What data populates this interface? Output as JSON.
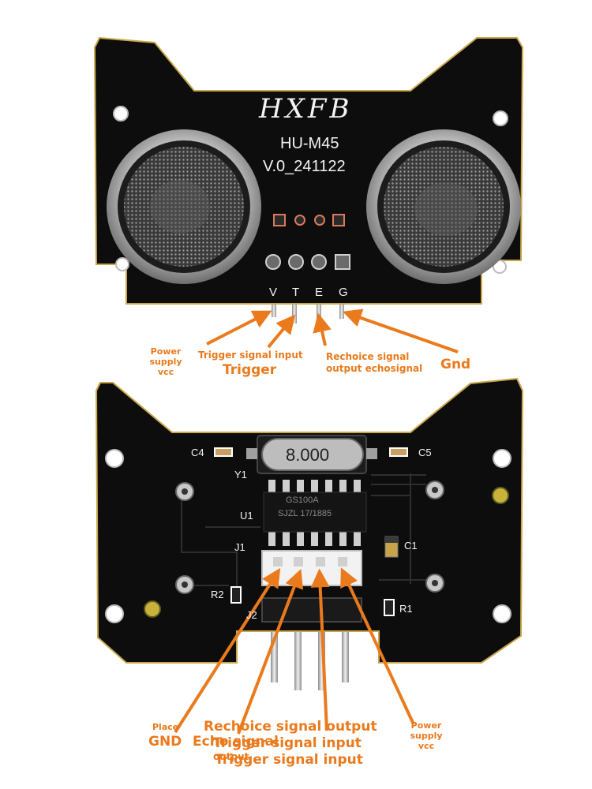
{
  "top_board": {
    "brand": "HXFB",
    "model": "HU-M45",
    "version": "V.0_241122",
    "pin_letters": [
      "V",
      "T",
      "E",
      "G"
    ]
  },
  "top_labels": {
    "power": [
      "Power",
      "supply",
      "vcc"
    ],
    "trigger_small": "Trigger signal input",
    "trigger_big": "Trigger",
    "echo": [
      "Rechoice signal",
      "output echosignal"
    ],
    "gnd": "Gnd"
  },
  "bottom_board": {
    "crystal": "8.000",
    "chip_text": [
      "GS100A",
      "SJZL 17/1885"
    ],
    "designators": {
      "c4": "C4",
      "c5": "C5",
      "y1": "Y1",
      "u1": "U1",
      "j1": "J1",
      "c1": "C1",
      "r2": "R2",
      "r1": "R1",
      "j2": "J2"
    }
  },
  "bottom_labels": {
    "place": "Place",
    "gnd": "GND",
    "echo_left": "Echo signal",
    "echo_left_sub": "output",
    "echo_top": "Rechoice signal output",
    "trigger_1": "Trigger signal input",
    "trigger_2": "Trigger signal input",
    "power": [
      "Power",
      "supply",
      "vcc"
    ]
  },
  "colors": {
    "pcb": "#0d0d0d",
    "pcb_edge": "#c9a64a",
    "silkscreen": "#f4f4f4",
    "annotation": "#ea7a1c",
    "metal": "#c8c8c8"
  }
}
